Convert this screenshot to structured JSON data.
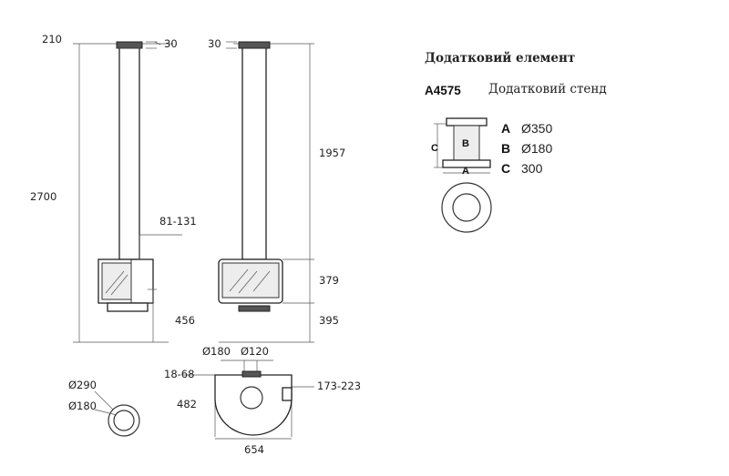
{
  "side_view": {
    "dim_top": "210",
    "dim_top_right": "30",
    "dim_height_total": "2700",
    "dim_pipe_offset": "81-131",
    "dim_bottom": "456"
  },
  "front_view": {
    "dim_top_left": "30",
    "dim_pipe_length": "1957",
    "dim_body_height": "379",
    "dim_bottom": "395"
  },
  "top_view": {
    "dim_outlet_outer": "Ø180",
    "dim_outlet_inner": "Ø120",
    "dim_left_offset": "18-68",
    "dim_depth": "482",
    "dim_right_offset": "173-223",
    "dim_width": "654"
  },
  "ring_view": {
    "dim_outer": "Ø290",
    "dim_inner": "Ø180"
  },
  "accessory": {
    "heading": "Додатковий елемент",
    "code": "A4575",
    "name": "Додатковий стенд",
    "label_a": "A",
    "label_b": "B",
    "label_c": "C",
    "spec_a_key": "A",
    "spec_a_value": "Ø350",
    "spec_b_key": "B",
    "spec_b_value": "Ø180",
    "spec_c_key": "C",
    "spec_c_value": "300"
  }
}
